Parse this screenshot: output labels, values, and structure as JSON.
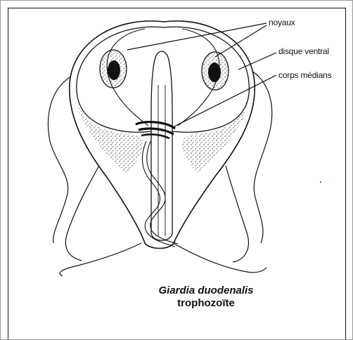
{
  "labels": {
    "noyaux": "noyaux",
    "disque_ventral": "disque ventral",
    "corps_medians": "corps médians"
  },
  "caption": {
    "species": "Giardia duodenalis",
    "stage": "trophozoïte"
  },
  "colors": {
    "ink": "#111111",
    "paper": "#ffffff",
    "stipple": "#333333"
  }
}
